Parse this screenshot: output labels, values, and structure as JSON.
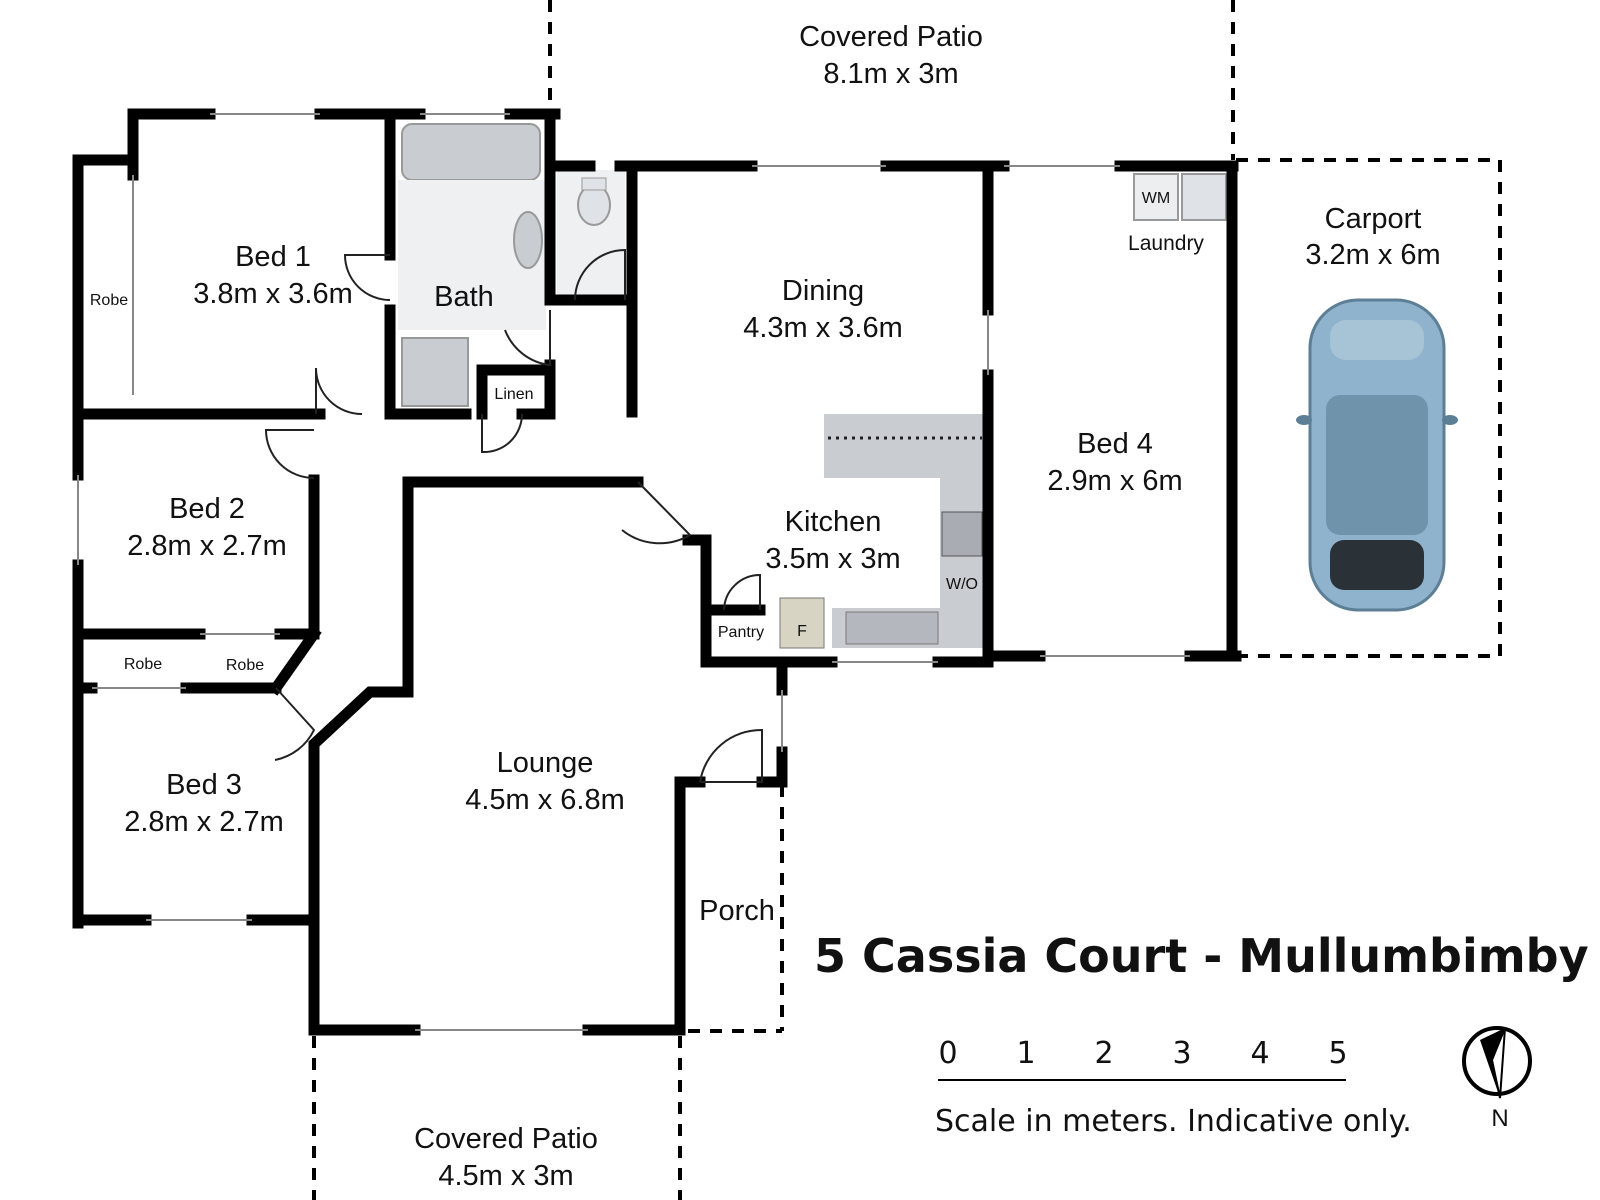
{
  "property_title": "5 Cassia Court - Mullumbimby",
  "rooms": {
    "patio_top": {
      "name": "Covered Patio",
      "size": "8.1m x 3m"
    },
    "carport": {
      "name": "Carport",
      "size": "3.2m x 6m"
    },
    "bed1": {
      "name": "Bed 1",
      "size": "3.8m x 3.6m"
    },
    "bath": {
      "name": "Bath"
    },
    "dining": {
      "name": "Dining",
      "size": "4.3m x 3.6m"
    },
    "laundry": {
      "name": "Laundry"
    },
    "bed4": {
      "name": "Bed 4",
      "size": "2.9m x 6m"
    },
    "bed2": {
      "name": "Bed 2",
      "size": "2.8m x 2.7m"
    },
    "kitchen": {
      "name": "Kitchen",
      "size": "3.5m x 3m"
    },
    "bed3": {
      "name": "Bed 3",
      "size": "2.8m x 2.7m"
    },
    "lounge": {
      "name": "Lounge",
      "size": "4.5m x 6.8m"
    },
    "porch": {
      "name": "Porch"
    },
    "patio_bottom": {
      "name": "Covered Patio",
      "size": "4.5m x 3m"
    }
  },
  "fixtures": {
    "robe1": "Robe",
    "robe2": "Robe",
    "robe3": "Robe",
    "linen": "Linen",
    "pantry": "Pantry",
    "fridge": "F",
    "walk_in": "W/O",
    "washing_machine": "WM"
  },
  "scale": {
    "ticks": [
      "0",
      "1",
      "2",
      "3",
      "4",
      "5"
    ],
    "caption": "Scale in meters. Indicative only."
  },
  "compass": {
    "label": "N"
  },
  "colors": {
    "wall": "#000000",
    "fixture": "#c9ccd1",
    "car": "#8fb3cc"
  }
}
